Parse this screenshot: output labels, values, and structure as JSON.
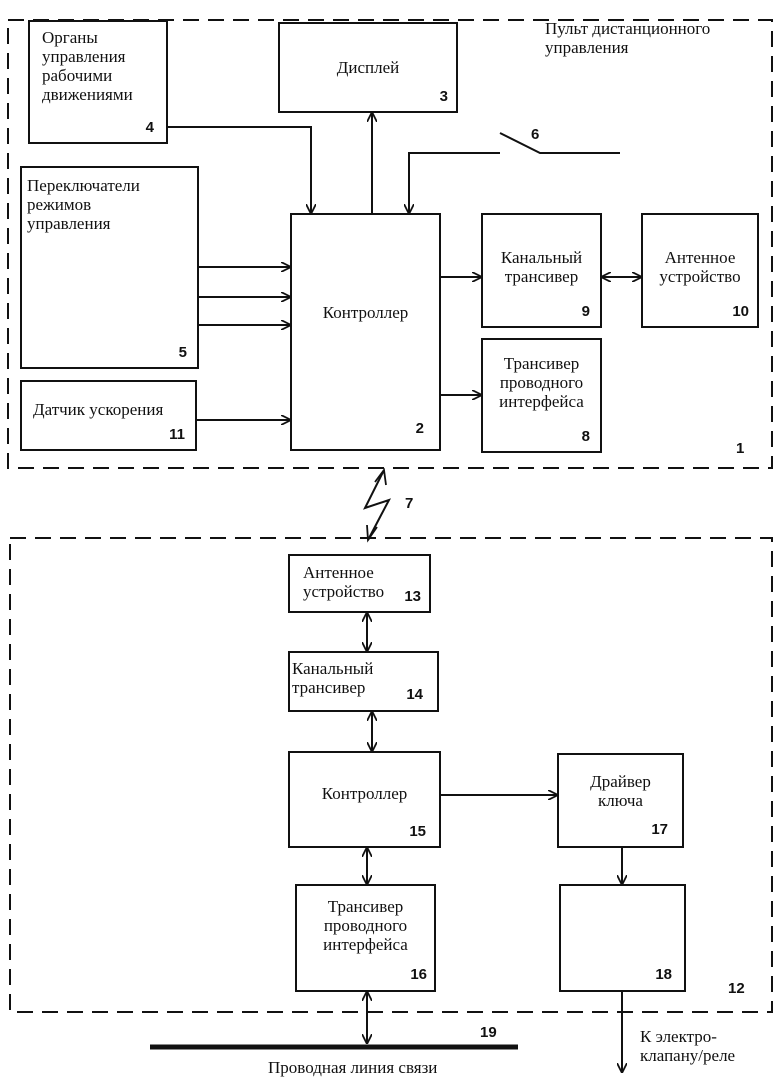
{
  "remote": {
    "title": "Пульт дистанционного\nуправления",
    "num": "1",
    "controls": {
      "label": "Органы\nуправления\nрабочими\nдвижениями",
      "num": "4"
    },
    "display": {
      "label": "Дисплей",
      "num": "3"
    },
    "switches": {
      "label": "Переключатели\nрежимов\nуправления",
      "num": "5"
    },
    "accel": {
      "label": "Датчик ускорения",
      "num": "11"
    },
    "controller": {
      "label": "Контроллер",
      "num": "2"
    },
    "channel_trx": {
      "label": "Канальный\nтрансивер",
      "num": "9"
    },
    "antenna": {
      "label": "Антенное\nустройство",
      "num": "10"
    },
    "wired_trx": {
      "label": "Трансивер\nпроводного\nинтерфейса",
      "num": "8"
    },
    "switch6_num": "6"
  },
  "link_num": "7",
  "receiver": {
    "num": "12",
    "antenna": {
      "label": "Антенное\nустройство",
      "num": "13"
    },
    "channel_trx": {
      "label": "Канальный\nтрансивер",
      "num": "14"
    },
    "controller": {
      "label": "Контроллер",
      "num": "15"
    },
    "driver": {
      "label": "Драйвер\nключа",
      "num": "17"
    },
    "wired_trx": {
      "label": "Трансивер\nпроводного\nинтерфейса",
      "num": "16"
    },
    "key_num": "18"
  },
  "wired_line": {
    "label": "Проводная линия связи",
    "num": "19"
  },
  "output_label": "К электро-\nклапану/реле"
}
